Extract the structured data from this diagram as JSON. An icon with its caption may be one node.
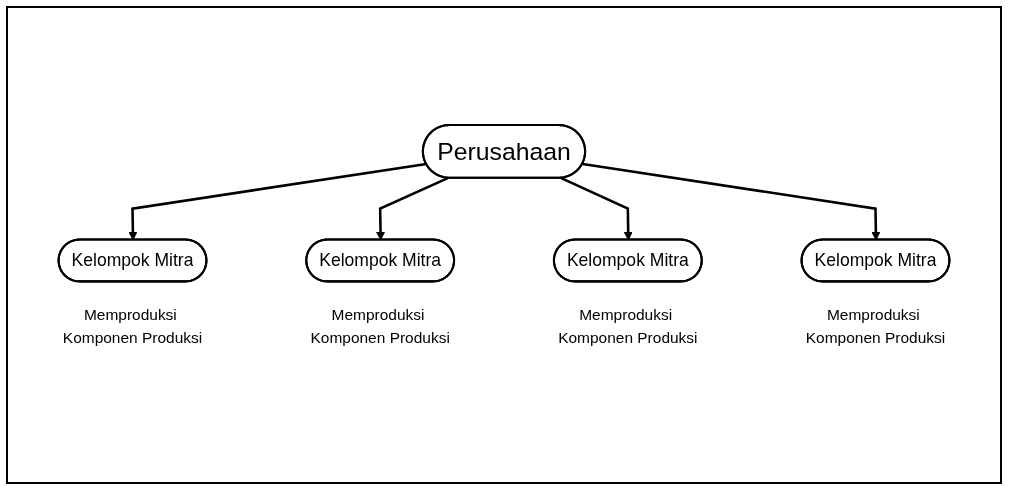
{
  "diagram": {
    "nodes": [
      {
        "text": [
          "Kelompok Mitra"
        ],
        "beside": [
          "Memproduksi Komponen Produksi"
        ]
      },
      {
        "text": [
          "Kelompok Mitra"
        ],
        "beside": [
          "Memproduksi Komponen Produksi"
        ]
      },
      {
        "text": [
          "Perusahaan"
        ]
      },
      {
        "text": [
          "Kelompok Mitra"
        ],
        "beside": [
          "Memproduksi Komponen Produksi"
        ]
      },
      {
        "text": [
          "Kelompok Mitra"
        ],
        "beside": [
          "Memproduksi Komponen Produksi"
        ]
      }
    ],
    "edges": [
      {
        "from": 2,
        "to": 0,
        "arrow": "to"
      },
      {
        "from": 2,
        "to": 1,
        "arrow": "to"
      },
      {
        "from": 2,
        "to": 3,
        "arrow": "to"
      },
      {
        "from": 2,
        "to": 4,
        "arrow": "to"
      }
    ]
  }
}
